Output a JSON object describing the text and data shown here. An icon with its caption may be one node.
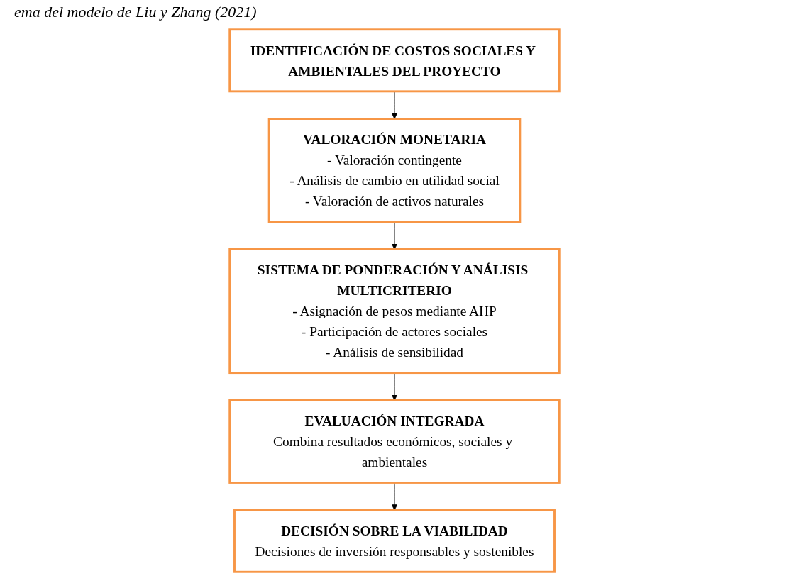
{
  "diagram": {
    "title": "ema del modelo de Liu y Zhang (2021)",
    "nodes": [
      {
        "text": [
          "IDENTIFICACIÓN DE COSTOS SOCIALES Y AMBIENTALES DEL PROYECTO"
        ]
      },
      {
        "text": [
          "VALORACIÓN MONETARIA",
          "- Valoración contingente",
          "- Análisis de cambio en utilidad social",
          "- Valoración de activos naturales"
        ]
      },
      {
        "text": [
          "SISTEMA DE PONDERACIÓN Y ANÁLISIS MULTICRITERIO",
          "- Asignación de pesos mediante AHP",
          "- Participación de actores sociales",
          "- Análisis de sensibilidad"
        ]
      },
      {
        "text": [
          "EVALUACIÓN INTEGRADA",
          "Combina resultados económicos, sociales y ambientales"
        ]
      },
      {
        "text": [
          "DECISIÓN SOBRE LA VIABILIDAD",
          "Decisiones de inversión responsables y sostenibles"
        ]
      }
    ],
    "edges": [
      {
        "from": 0,
        "to": 1,
        "arrow": "to"
      },
      {
        "from": 1,
        "to": 2,
        "arrow": "to"
      },
      {
        "from": 2,
        "to": 3,
        "arrow": "to"
      },
      {
        "from": 3,
        "to": 4,
        "arrow": "to"
      }
    ]
  }
}
